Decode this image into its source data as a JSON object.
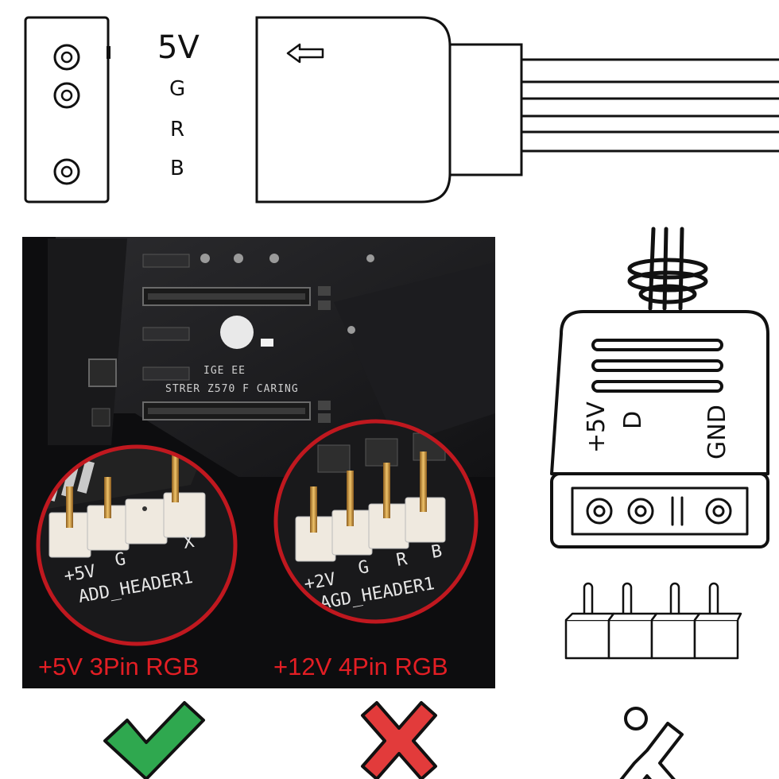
{
  "top_connector": {
    "pin_labels": [
      "5V",
      "G",
      "R",
      "B"
    ]
  },
  "right_connector": {
    "pin_labels": [
      "+5V",
      "D",
      "GND"
    ]
  },
  "photo": {
    "board_silkscreen": "STRER Z570 F CARING",
    "board_logo": "IGE EE",
    "left_zoom": {
      "pin_labels": [
        "+5V",
        "G",
        "X"
      ],
      "header_name": "ADD_HEADER1"
    },
    "right_zoom": {
      "pin_labels": [
        "+2V",
        "G",
        "R",
        "B"
      ],
      "header_name": "AGD_HEADER1"
    },
    "captions": {
      "left": "+5V 3Pin RGB",
      "right": "+12V 4Pin RGB"
    }
  },
  "verdicts": [
    {
      "name": "check",
      "color": "#2fa84f"
    },
    {
      "name": "cross",
      "color": "#e23b3b"
    },
    {
      "name": "cross-outline",
      "color": "#111111"
    }
  ]
}
